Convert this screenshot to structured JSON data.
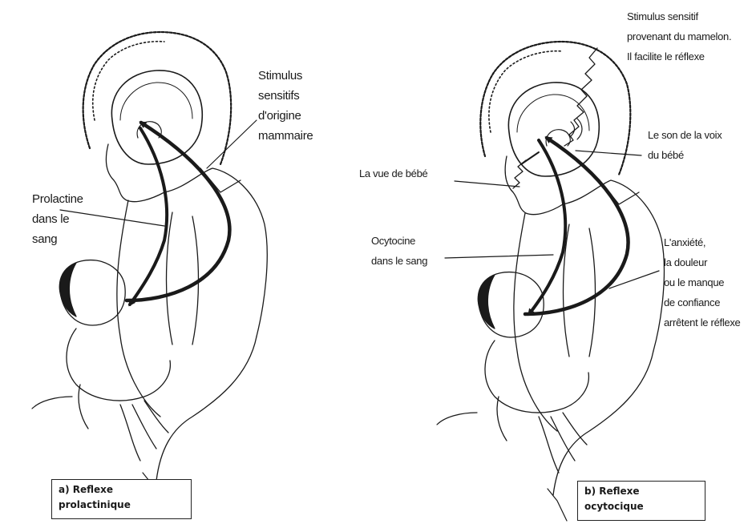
{
  "panel_a": {
    "caption": [
      "a) Reflexe",
      "prolactinique"
    ],
    "labels": {
      "stimulus": [
        "Stimulus",
        "sensitifs",
        "d'origine",
        "mammaire"
      ],
      "hormone": [
        "Prolactine",
        "dans le",
        "sang"
      ]
    }
  },
  "panel_b": {
    "caption": [
      "b) Reflexe",
      "ocytocique"
    ],
    "labels": {
      "stimulus": [
        "Stimulus sensitif",
        "provenant du mamelon.",
        "Il facilite le réflexe"
      ],
      "voice": [
        "Le son de la voix",
        "du bébé"
      ],
      "sight": [
        "La vue de bébé"
      ],
      "hormone": [
        "Ocytocine",
        "dans le sang"
      ],
      "inhibitors": [
        "L'anxiété,",
        "la douleur",
        "ou le manque",
        "de confiance",
        "arrêtent le réflexe"
      ]
    }
  },
  "colors": {
    "ink": "#1a1a1a",
    "paper": "#ffffff"
  }
}
